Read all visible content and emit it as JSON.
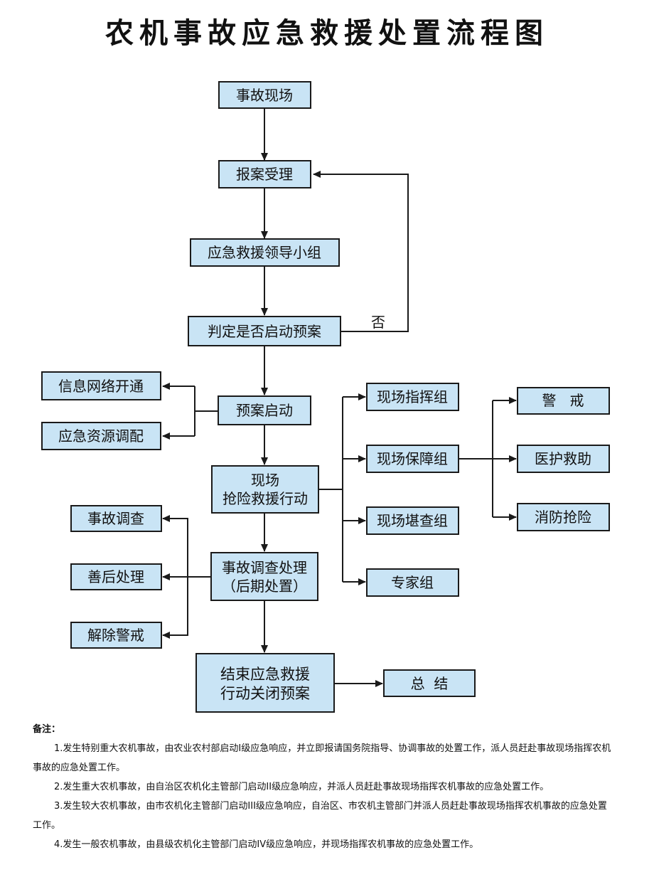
{
  "title": "农机事故应急救援处置流程图",
  "colors": {
    "box_fill": "#c9e4f5",
    "box_border": "#1a1a1a",
    "arrow": "#1a1a1a"
  },
  "nodes": {
    "scene": "事故现场",
    "report": "报案受理",
    "leader": "应急救援领导小组",
    "decide": "判定是否启动预案",
    "start": "预案启动",
    "network": "信息网络开通",
    "resource": "应急资源调配",
    "rescue_l1": "现场",
    "rescue_l2": "抢险救援行动",
    "command": "现场指挥组",
    "support": "现场保障组",
    "survey": "现场堪查组",
    "expert": "专家组",
    "alert": "警   戒",
    "medical": "医护救助",
    "fire": "消防抢险",
    "investigate": "事故调查",
    "aftermath": "善后处理",
    "lift": "解除警戒",
    "process_l1": "事故调查处理",
    "process_l2": "（后期处置）",
    "close_l1": "结束应急救援",
    "close_l2": "行动关闭预案",
    "summary": "总  结"
  },
  "edge_labels": {
    "no": "否"
  },
  "notes": {
    "label": "备注：",
    "items": [
      "1.发生特别重大农机事故，由农业农村部启动I级应急响应，并立即报请国务院指导、协调事故的处置工作，派人员赶赴事故现场指挥农机事故的应急处置工作。",
      "2.发生重大农机事故，由自治区农机化主管部门启动II级应急响应，并派人员赶赴事故现场指挥农机事故的应急处置工作。",
      "3.发生较大农机事故，由市农机化主管部门启动III级应急响应，自治区、市农机主管部门并派人员赶赴事故现场指挥农机事故的应急处置工作。",
      "4.发生一般农机事故，由县级农机化主管部门启动IV级应急响应，并现场指挥农机事故的应急处置工作。"
    ]
  }
}
